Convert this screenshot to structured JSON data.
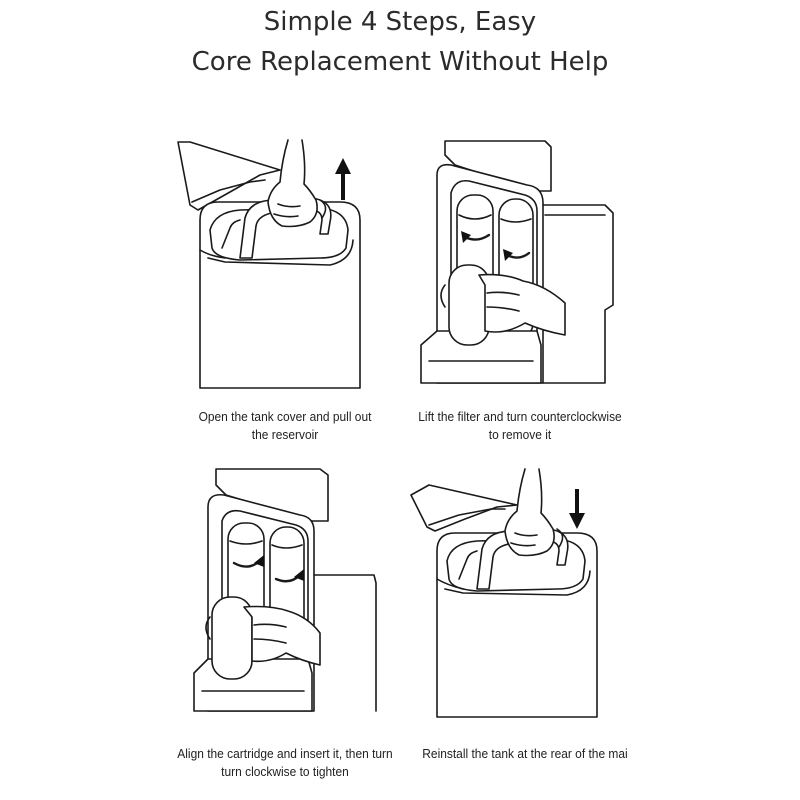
{
  "title": {
    "line1": "Simple 4 Steps, Easy",
    "line2": "Core Replacement Without Help"
  },
  "steps": [
    {
      "line1": "Open the tank cover and pull out",
      "line2": "the reservoir",
      "arrow": "up-arrow-icon"
    },
    {
      "line1": "Lift the filter and turn counterclockwise",
      "line2": "to remove it",
      "arrow": "counterclockwise-arrow-icon"
    },
    {
      "line1": "Align the cartridge and insert it, then turn",
      "line2": "turn clockwise to tighten",
      "arrow": "clockwise-arrow-icon"
    },
    {
      "line1": "Reinstall the tank at the rear of the mai",
      "line2": "",
      "arrow": "down-arrow-icon"
    }
  ],
  "colors": {
    "line": "#1a1a1a",
    "background": "#ffffff",
    "text": "#222222"
  }
}
